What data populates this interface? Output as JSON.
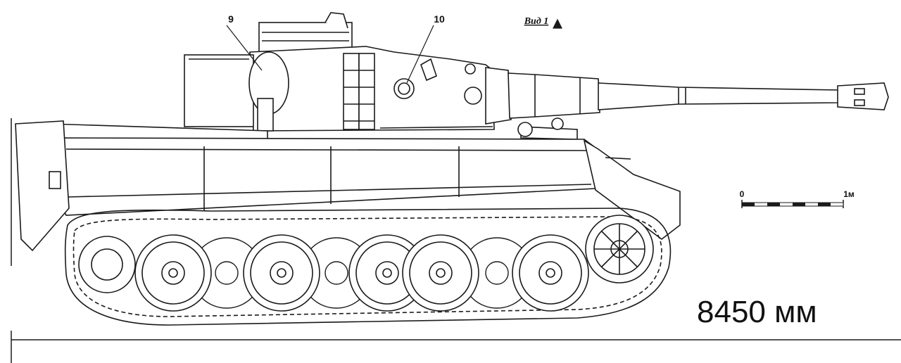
{
  "drawing": {
    "callout_a": "9",
    "callout_b": "10",
    "view_label": "Вид 1",
    "scale": {
      "start_label": "0",
      "end_label": "1м"
    },
    "overall_length": "8450 мм"
  },
  "colors": {
    "line": "#1a1a1a",
    "paper": "#ffffff"
  }
}
